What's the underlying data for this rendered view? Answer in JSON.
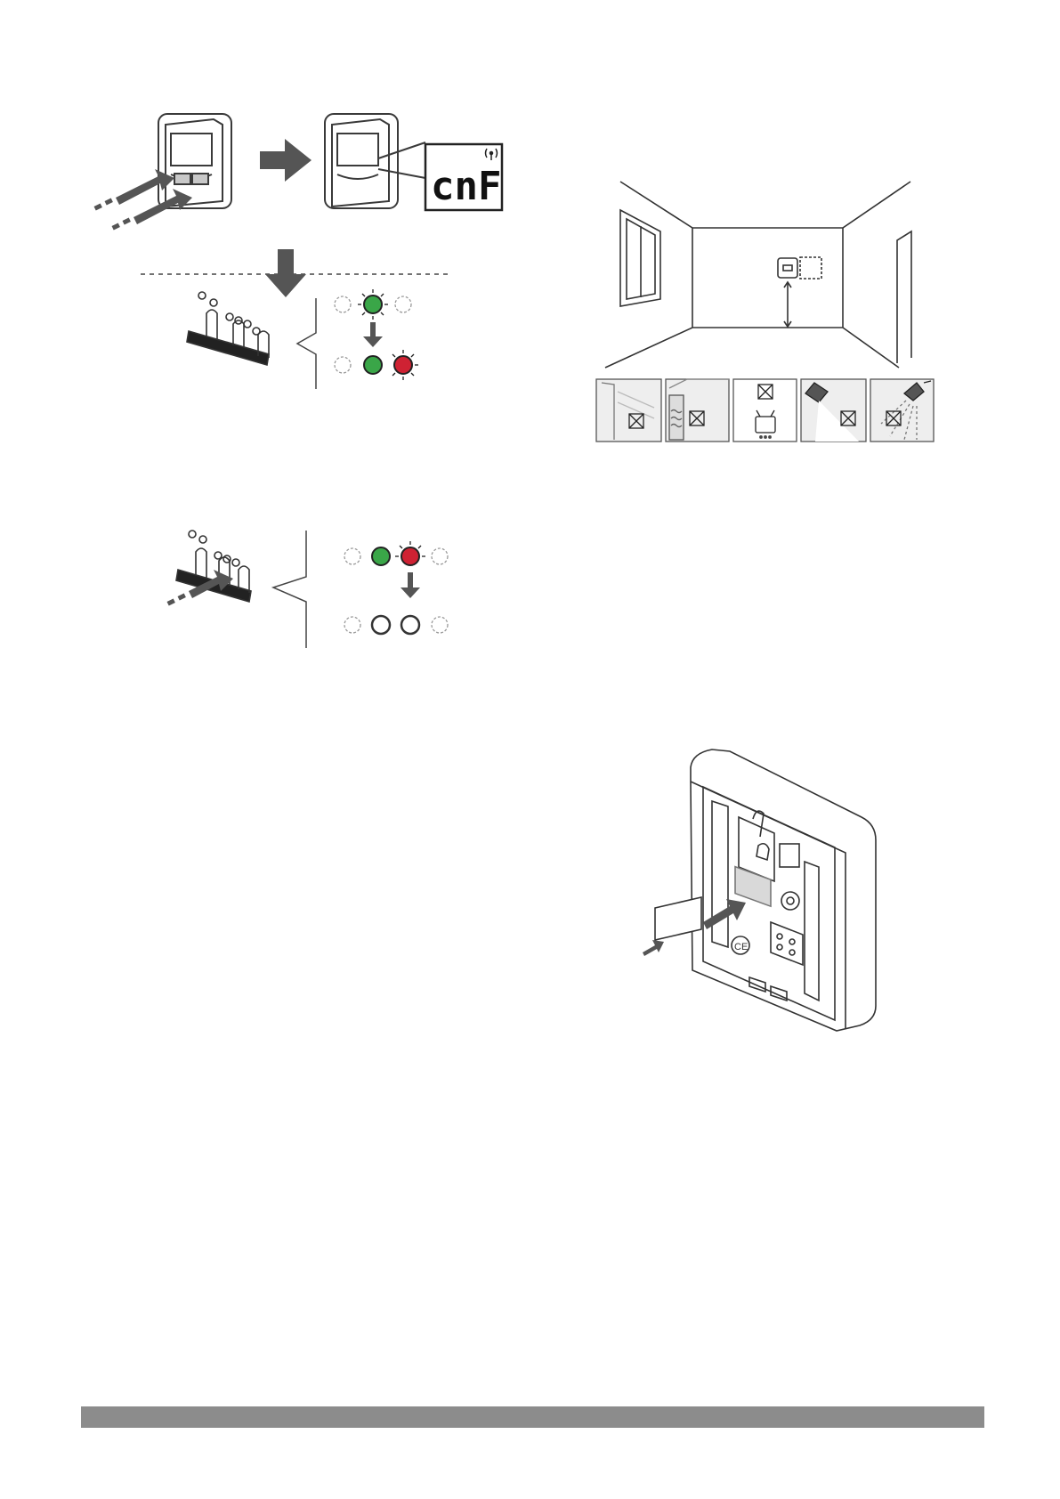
{
  "page": {
    "background": "#ffffff",
    "line_color": "#3a3a3a",
    "arrow_color": "#555555",
    "led_green": "#3aa648",
    "led_red": "#cf2233",
    "footer_bar_color": "#8c8c8c"
  },
  "illustrations": {
    "thermostat_config": {
      "display_text": "cnF",
      "wireless_icon": "wireless-signal-icon"
    },
    "controller_leds_step1": {
      "before": [
        "off",
        "green-blinking",
        "off"
      ],
      "after": [
        "off",
        "green",
        "red-blinking"
      ]
    },
    "controller_leds_step2": {
      "before": [
        "off",
        "green",
        "red-blinking",
        "off"
      ],
      "after": [
        "off",
        "white",
        "white",
        "off"
      ]
    },
    "room_placement": {
      "avoid_icons": [
        "window-sunlight-icon",
        "radiator-wall-icon",
        "tv-heat-source-icon",
        "lamp-light-icon",
        "shower-water-icon"
      ]
    },
    "wall_mount": {
      "icons": [
        "ce-mark-icon",
        "terminal-block-icon"
      ]
    }
  }
}
